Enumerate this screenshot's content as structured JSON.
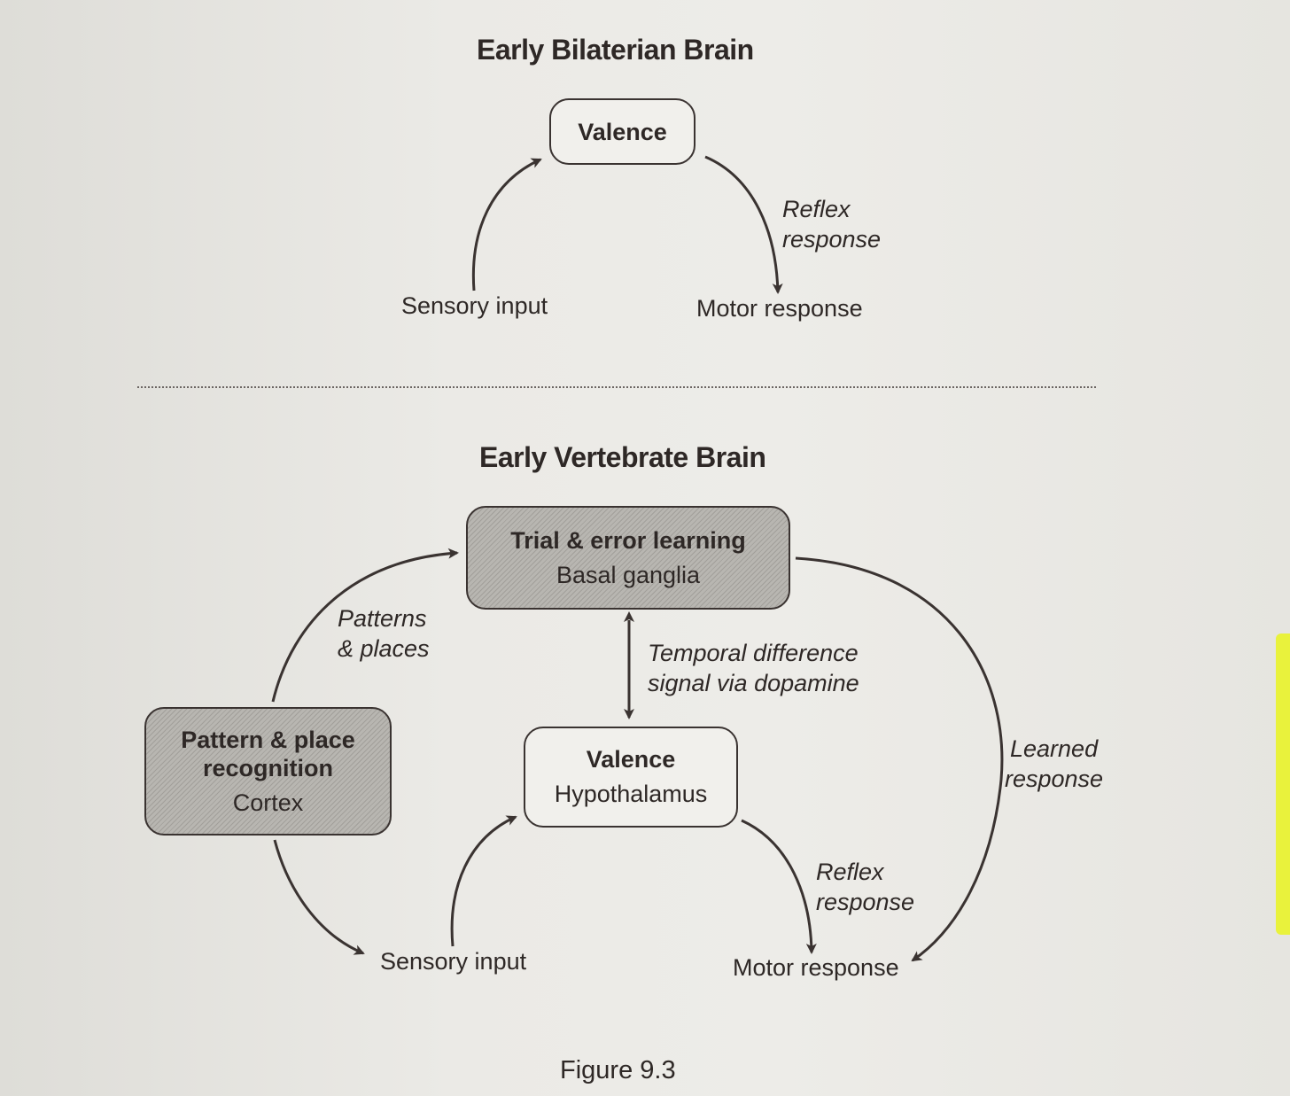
{
  "top_diagram": {
    "title": "Early Bilaterian Brain",
    "valence_box": {
      "title": "Valence"
    },
    "sensory_input": "Sensory input",
    "motor_response": "Motor response",
    "reflex_label": [
      "Reflex",
      "response"
    ]
  },
  "bottom_diagram": {
    "title": "Early Vertebrate Brain",
    "basal_ganglia_box": {
      "title": "Trial & error learning",
      "subtitle": "Basal ganglia"
    },
    "cortex_box": {
      "title_line1": "Pattern & place",
      "title_line2": "recognition",
      "subtitle": "Cortex"
    },
    "hypothalamus_box": {
      "title": "Valence",
      "subtitle": "Hypothalamus"
    },
    "patterns_label": [
      "Patterns",
      "& places"
    ],
    "temporal_label": [
      "Temporal difference",
      "signal via dopamine"
    ],
    "learned_label": [
      "Learned",
      "response"
    ],
    "reflex_label": [
      "Reflex",
      "response"
    ],
    "sensory_input": "Sensory input",
    "motor_response": "Motor response"
  },
  "caption": "Figure 9.3",
  "colors": {
    "ink": "#2e2826",
    "shaded_box": "#b8b6b1",
    "highlighter": "#e9f23c"
  }
}
